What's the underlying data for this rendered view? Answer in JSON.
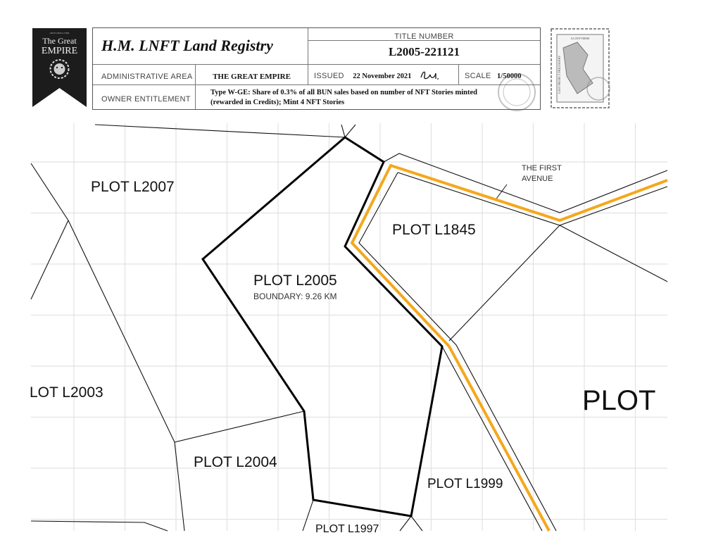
{
  "logo": {
    "line1": "The Great",
    "line2": "EMPIRE",
    "small": "ONCE UPON A TIME"
  },
  "header": {
    "registry_title": "H.M. LNFT Land Registry",
    "title_number_label": "TITLE NUMBER",
    "title_number": "L2005-221121",
    "admin_area_label": "ADMINISTRATIVE AREA",
    "admin_area": "THE GREAT EMPIRE",
    "issued_label": "ISSUED",
    "issued_date": "22 November 2021",
    "scale_label": "SCALE",
    "scale": "1/50000",
    "owner_label": "OWNER ENTITLEMENT",
    "owner_line1": "Type W-GE: Share of 0.3% of all BUN sales based on number of NFT Stories minted",
    "owner_line2": "(rewarded in Credits); Mint 4 NFT Stories"
  },
  "stamp": {
    "top": "A LOOTVERSE",
    "side": "LOOT PROJECT PHILOSOPHY"
  },
  "map": {
    "plots": {
      "l2007": "PLOT L2007",
      "l2005": "PLOT L2005",
      "l2005_boundary": "BOUNDARY: 9.26 KM",
      "l1845": "PLOT L1845",
      "l2003": "LOT L2003",
      "l2004": "PLOT L2004",
      "l1999": "PLOT L1999",
      "l1997": "PLOT L1997",
      "right": "PLOT"
    },
    "road_line1": "THE FIRST",
    "road_line2": "AVENUE",
    "road_color": "#f4a81d"
  }
}
